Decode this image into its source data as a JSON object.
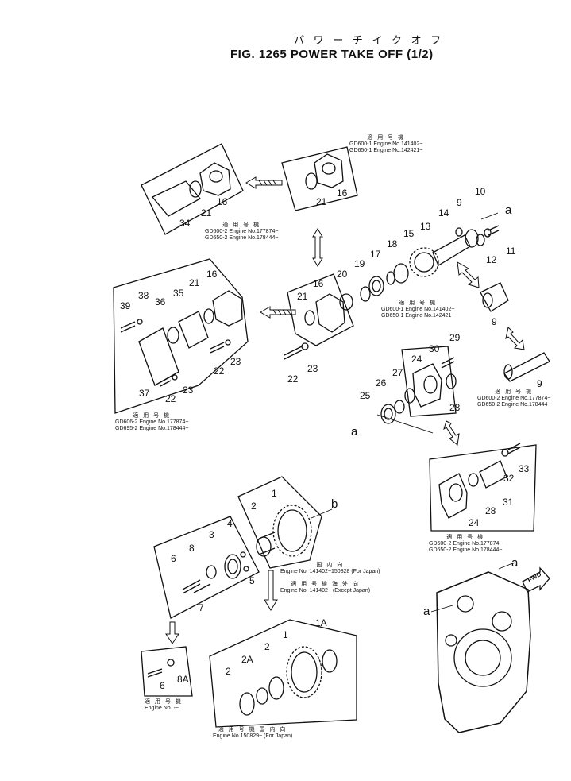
{
  "title_jp": "パ ワ ー チ イ ク オ フ",
  "title": "FIG. 1265 POWER TAKE OFF (1/2)",
  "notes": {
    "n1": {
      "head": "適 用 号 機",
      "lines": [
        "GD600-1 Engine No.141402~",
        "GD650-1 Engine No.142421~"
      ]
    },
    "n2": {
      "head": "適 用 号 機",
      "lines": [
        "GD600-2 Engine No.177874~",
        "GD650-2 Engine No.178444~"
      ]
    },
    "n3": {
      "head": "適 用 号 機",
      "lines": [
        "GD600-1 Engine No.141402~",
        "GD650-1 Engine No.142421~"
      ]
    },
    "n4": {
      "head": "適 用 号 機",
      "lines": [
        "GD606-2 Engine No.177874~",
        "GD695-2 Engine No.178444~"
      ]
    },
    "n5": {
      "head": "適 用 号 機",
      "lines": [
        "GD600-2 Engine No.177874~",
        "GD650-2 Engine No.178444~"
      ]
    },
    "n6": {
      "head": "適 用 号 機",
      "lines": [
        "GD600-2 Engine No.177874~",
        "GD650-2 Engine No.178444~"
      ]
    },
    "n7": {
      "head": "国 内 向",
      "lines": [
        "Engine No. 141402~150828 (For Japan)"
      ]
    },
    "n8": {
      "head": "適 用 号 機   海 外 向",
      "lines": [
        "Engine No. 141402~ (Except Japan)"
      ]
    },
    "n9": {
      "head": "適 用 号 機",
      "lines": [
        "Engine No. -~"
      ]
    },
    "n10": {
      "head": "適 用 号 機        国 内 向",
      "lines": [
        "Engine No.150829~  (For Japan)"
      ]
    }
  },
  "callouts": [
    {
      "id": "c16a",
      "text": "16"
    },
    {
      "id": "c21a",
      "text": "21"
    },
    {
      "id": "c34",
      "text": "34"
    },
    {
      "id": "c16b",
      "text": "16"
    },
    {
      "id": "c21b",
      "text": "21"
    },
    {
      "id": "c14",
      "text": "14"
    },
    {
      "id": "c9a",
      "text": "9"
    },
    {
      "id": "c10",
      "text": "10"
    },
    {
      "id": "ca1",
      "text": "a"
    },
    {
      "id": "c13",
      "text": "13"
    },
    {
      "id": "c15",
      "text": "15"
    },
    {
      "id": "c18",
      "text": "18"
    },
    {
      "id": "c17",
      "text": "17"
    },
    {
      "id": "c19",
      "text": "19"
    },
    {
      "id": "c20",
      "text": "20"
    },
    {
      "id": "c12",
      "text": "12"
    },
    {
      "id": "c11",
      "text": "11"
    },
    {
      "id": "c9b",
      "text": "9"
    },
    {
      "id": "c9c",
      "text": "9"
    },
    {
      "id": "c16c",
      "text": "16"
    },
    {
      "id": "c21c",
      "text": "21"
    },
    {
      "id": "c22a",
      "text": "22"
    },
    {
      "id": "c23a",
      "text": "23"
    },
    {
      "id": "c16d",
      "text": "16"
    },
    {
      "id": "c21d",
      "text": "21"
    },
    {
      "id": "c35",
      "text": "35"
    },
    {
      "id": "c36",
      "text": "36"
    },
    {
      "id": "c38",
      "text": "38"
    },
    {
      "id": "c39",
      "text": "39"
    },
    {
      "id": "c22b",
      "text": "22"
    },
    {
      "id": "c23b",
      "text": "23"
    },
    {
      "id": "c22c",
      "text": "22"
    },
    {
      "id": "c23c",
      "text": "23"
    },
    {
      "id": "c37",
      "text": "37"
    },
    {
      "id": "c30",
      "text": "30"
    },
    {
      "id": "c29",
      "text": "29"
    },
    {
      "id": "c24a",
      "text": "24"
    },
    {
      "id": "c27",
      "text": "27"
    },
    {
      "id": "c26",
      "text": "26"
    },
    {
      "id": "c25",
      "text": "25"
    },
    {
      "id": "c28a",
      "text": "28"
    },
    {
      "id": "ca2",
      "text": "a"
    },
    {
      "id": "c32",
      "text": "32"
    },
    {
      "id": "c33",
      "text": "33"
    },
    {
      "id": "c28b",
      "text": "28"
    },
    {
      "id": "c31",
      "text": "31"
    },
    {
      "id": "c24b",
      "text": "24"
    },
    {
      "id": "c2a",
      "text": "2"
    },
    {
      "id": "c1a",
      "text": "1"
    },
    {
      "id": "cb",
      "text": "b"
    },
    {
      "id": "c3",
      "text": "3"
    },
    {
      "id": "c4",
      "text": "4"
    },
    {
      "id": "c5",
      "text": "5"
    },
    {
      "id": "c8",
      "text": "8"
    },
    {
      "id": "c6a",
      "text": "6"
    },
    {
      "id": "c7",
      "text": "7"
    },
    {
      "id": "c6b",
      "text": "6"
    },
    {
      "id": "c8A",
      "text": "8A"
    },
    {
      "id": "c1b",
      "text": "1"
    },
    {
      "id": "c1A",
      "text": "1A"
    },
    {
      "id": "c2b",
      "text": "2"
    },
    {
      "id": "c2A",
      "text": "2A"
    },
    {
      "id": "c2c",
      "text": "2"
    },
    {
      "id": "ca3",
      "text": "a"
    },
    {
      "id": "ca4",
      "text": "a"
    },
    {
      "id": "cfwd",
      "text": "FWD"
    }
  ]
}
